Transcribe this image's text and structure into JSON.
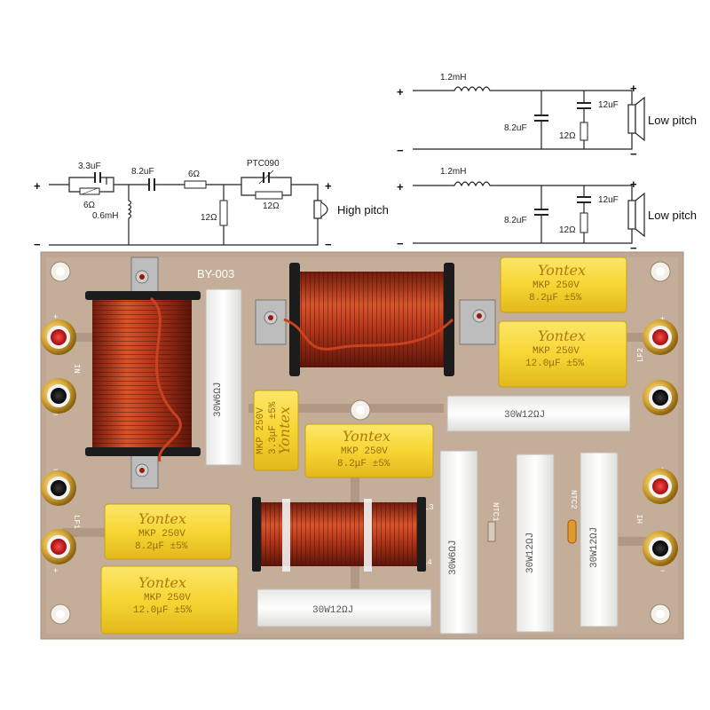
{
  "schematic_high": {
    "plus": "+",
    "minus": "−",
    "c1": "3.3uF",
    "r1": "6Ω",
    "c2": "8.2uF",
    "r2": "6Ω",
    "l1": "0.6mH",
    "ptc": "PTC090",
    "r3": "12Ω",
    "r4": "12Ω",
    "label": "High pitch"
  },
  "schematic_low_1": {
    "plus": "+",
    "minus": "−",
    "l1": "1.2mH",
    "c1": "8.2uF",
    "c2": "12uF",
    "r1": "12Ω",
    "label": "Low pitch"
  },
  "schematic_low_2": {
    "plus": "+",
    "minus": "−",
    "l1": "1.2mH",
    "c1": "8.2uF",
    "c2": "12uF",
    "r1": "12Ω",
    "label": "Low pitch"
  },
  "board": {
    "model": "BY-003",
    "in_label": "IN",
    "lf1_label": "LF1",
    "lf2_label": "LF2",
    "hi_label": "HI",
    "ntc1": "NTC1",
    "ntc2": "NTC2",
    "l3": "L3",
    "l4": "L4",
    "plus": "+",
    "minus": "−",
    "res_vert_left": "30W6ΩJ",
    "res_top_right": "30W12ΩJ",
    "res_bottom": "30W12ΩJ",
    "res_v1": "30W6ΩJ",
    "res_v2": "30W12ΩJ",
    "res_v3": "30W12ΩJ",
    "caps": [
      {
        "brand": "Yontex",
        "rating": "MKP 250V",
        "value": "8.2μF ±5%"
      },
      {
        "brand": "Yontex",
        "rating": "MKP 250V",
        "value": "12.0μF ±5%"
      },
      {
        "brand": "Yontex",
        "rating": "MKP 250V",
        "value": "3.3μF ±5%"
      },
      {
        "brand": "Yontex",
        "rating": "MKP 250V",
        "value": "8.2μF ±5%"
      },
      {
        "brand": "Yontex",
        "rating": "MKP 250V",
        "value": "8.2μF ±5%"
      },
      {
        "brand": "Yontex",
        "rating": "MKP 250V",
        "value": "12.0μF ±5%"
      }
    ]
  }
}
